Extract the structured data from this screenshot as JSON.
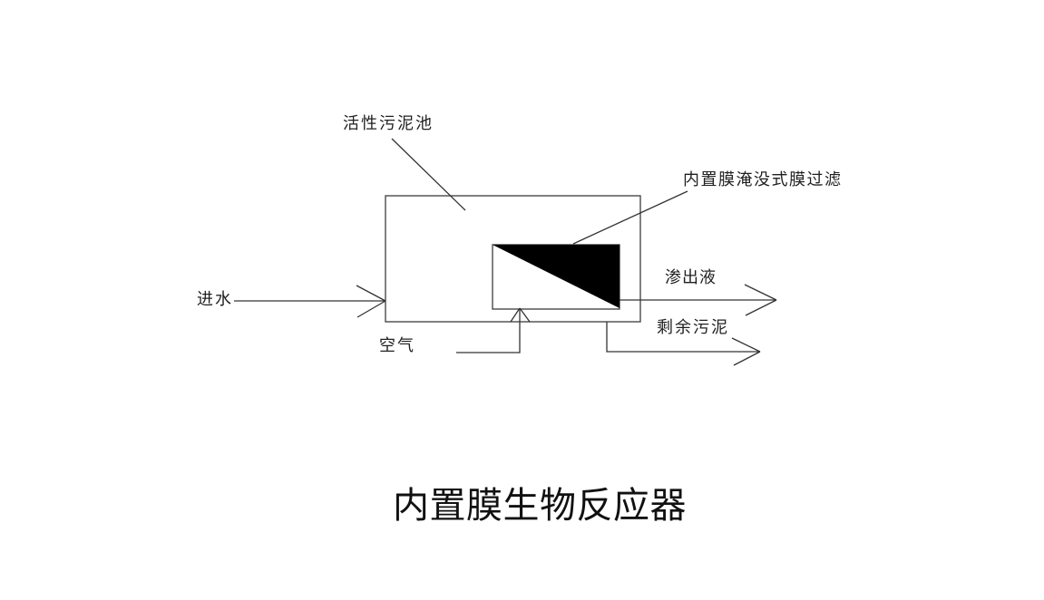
{
  "diagram": {
    "title": "内置膜生物反应器",
    "labels": {
      "tank": "活性污泥池",
      "membrane": "内置膜淹没式膜过滤",
      "influent": "进水",
      "permeate": "渗出液",
      "excess_sludge": "剩余污泥",
      "air": "空气"
    },
    "colors": {
      "background": "#ffffff",
      "line": "#333333",
      "outline": "#4a4a4a",
      "membrane_fill": "#000000",
      "text": "#1f1f1f"
    }
  }
}
